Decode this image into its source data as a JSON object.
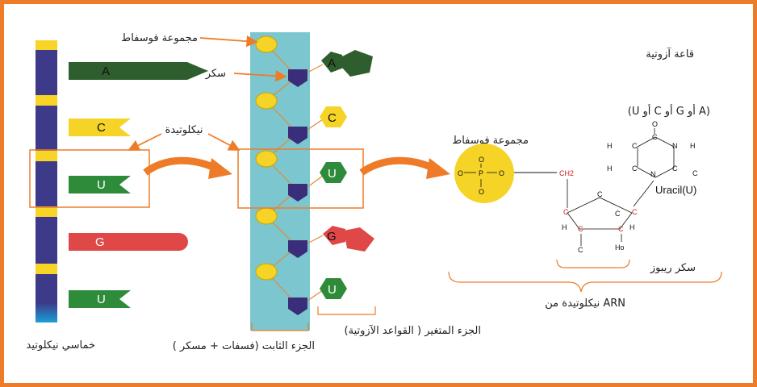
{
  "labels": {
    "phosphate_group": "مجموعة فوسفاط",
    "sugar": "سكر",
    "nucleotide": "نيكلوتيدة",
    "nitrogen_base_title": "قاعة آزوتية",
    "bases_options": "(U أو C أو G أو A)",
    "phosphate_group_right": "مجموعة فوسفاط",
    "uracil": "Uracil(U)",
    "ribose_sugar": "سكر ريبوز",
    "arn_nucleotide": "نيكلوتيدة من ARN",
    "pentanucleotide": "خماسي نيكلوتيد",
    "fixed_part": "الجزء الثابت (فسفات + مسكر )",
    "variable_part": "الجزء المتغير ( القواعد الآزوتية)"
  },
  "strand_bases": [
    {
      "letter": "A",
      "color": "#2e5e2e"
    },
    {
      "letter": "C",
      "color": "#f5d327"
    },
    {
      "letter": "U",
      "color": "#2e8b3a"
    },
    {
      "letter": "G",
      "color": "#e04848"
    },
    {
      "letter": "U",
      "color": "#2e8b3a"
    }
  ],
  "molecule_bases": [
    "A",
    "C",
    "U",
    "G",
    "U"
  ],
  "phosphate": {
    "p": "P",
    "o": "O"
  },
  "chem": {
    "c": "C",
    "n": "N",
    "h": "H",
    "o": "O",
    "ch2": "CH2",
    "ho": "Ho"
  },
  "colors": {
    "border": "#ee7b28",
    "arrow": "#ee7b28",
    "strand": "#3d3a8a",
    "strand_joint": "#f7d426",
    "backbone_bg": "#7cc7cf",
    "phosphate": "#f5d327",
    "sugar": "#3a2d7a",
    "bracket": "#ee7b28"
  }
}
